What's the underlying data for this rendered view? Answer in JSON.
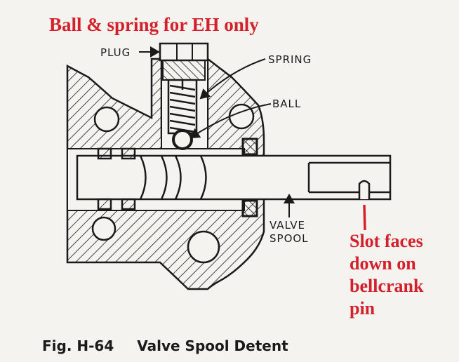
{
  "notes": {
    "top": "Ball & spring for EH only",
    "slot_lines": [
      "Slot faces",
      "down on",
      "bellcrank",
      "pin"
    ]
  },
  "labels": {
    "plug": "PLUG",
    "spring": "SPRING",
    "ball": "BALL",
    "valve_lines": [
      "VALVE",
      "SPOOL"
    ]
  },
  "caption": {
    "fig": "Fig. H-64",
    "title": "Valve Spool Detent"
  },
  "colors": {
    "annotation_red": "#d4202a",
    "ink": "#1a1a1a",
    "paper": "#f5f3ef"
  }
}
